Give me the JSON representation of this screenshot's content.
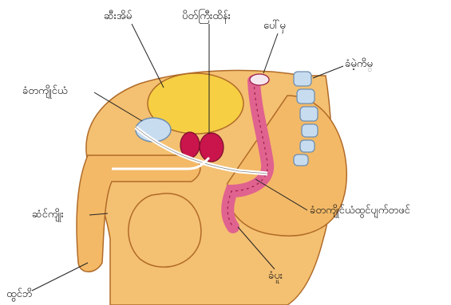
{
  "labels": {
    "bladder": "ဆီးအိမ်",
    "prostate_gland": "ပိတ်ကြီးထိန်း",
    "colon": "ပေါ်မှ",
    "seminal_vesicle": "ခံမဲ့ကိမ္",
    "tubes": "ခံတကျိုင်ယံ",
    "penis": "ဆံင်ကျိုး",
    "ejaculatory_duct": "ခံတကျိုင်ယံထွင်ပျက်တဖင်",
    "testis": "ခံပူး",
    "glans": "ထွင်ဘိ"
  },
  "colors": {
    "skin": "#f4c071",
    "skin_shade": "#e9a653",
    "outline": "#b06a28",
    "bladder": "#f6cf43",
    "gland": "#c9154b",
    "intestine": "#e0628f",
    "bone": "#c8dcf0",
    "duct": "#ffffff",
    "leader": "#222222"
  }
}
